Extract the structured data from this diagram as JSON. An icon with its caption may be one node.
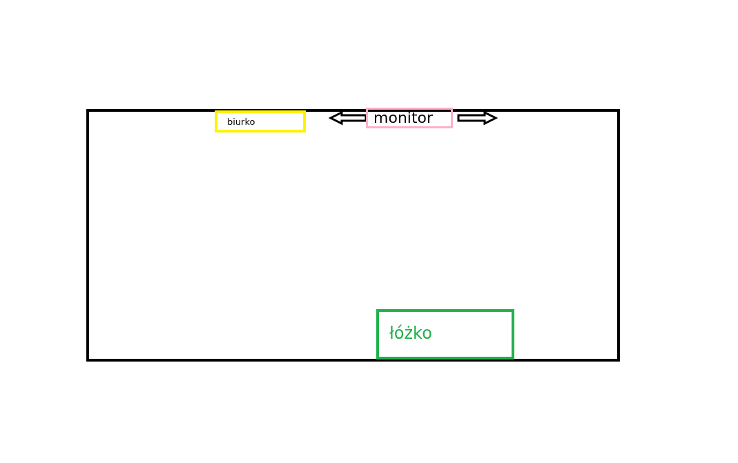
{
  "diagram": {
    "nodes": [
      {
        "text": [],
        "shape": "box"
      },
      {
        "text": [
          "biurko"
        ],
        "in": 0
      },
      {
        "text": [
          "monitor"
        ],
        "in": 0
      },
      {
        "text": [
          "łóżko"
        ],
        "in": 0
      }
    ],
    "edges": [
      {
        "from": 2,
        "to": 1,
        "arrow": "to"
      },
      {
        "from": 2,
        "to": null,
        "arrow": "to"
      }
    ]
  }
}
